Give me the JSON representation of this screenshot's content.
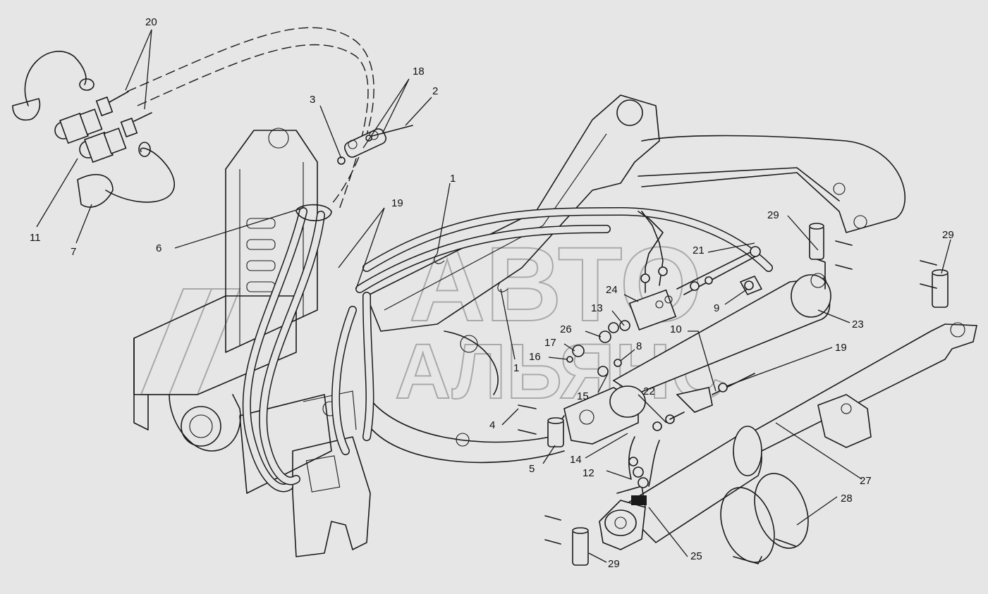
{
  "labels": {
    "l1": "1",
    "l2": "2",
    "l3": "3",
    "l4": "4",
    "l5": "5",
    "l6": "6",
    "l7": "7",
    "l8": "8",
    "l9": "9",
    "l10": "10",
    "l11": "11",
    "l12": "12",
    "l13": "13",
    "l14": "14",
    "l15": "15",
    "l16": "16",
    "l17": "17",
    "l18": "18",
    "l19": "19",
    "l20": "20",
    "l21": "21",
    "l22": "22",
    "l23": "23",
    "l24": "24",
    "l25": "25",
    "l26": "26",
    "l27": "27",
    "l28": "28",
    "l29": "29"
  },
  "watermark": {
    "line1": "АВТО",
    "line2": "АЛЬЯНС"
  },
  "colors": {
    "background": "#e6e6e6",
    "ink": "#1a1a1a",
    "watermark": "#9a9a9a"
  }
}
